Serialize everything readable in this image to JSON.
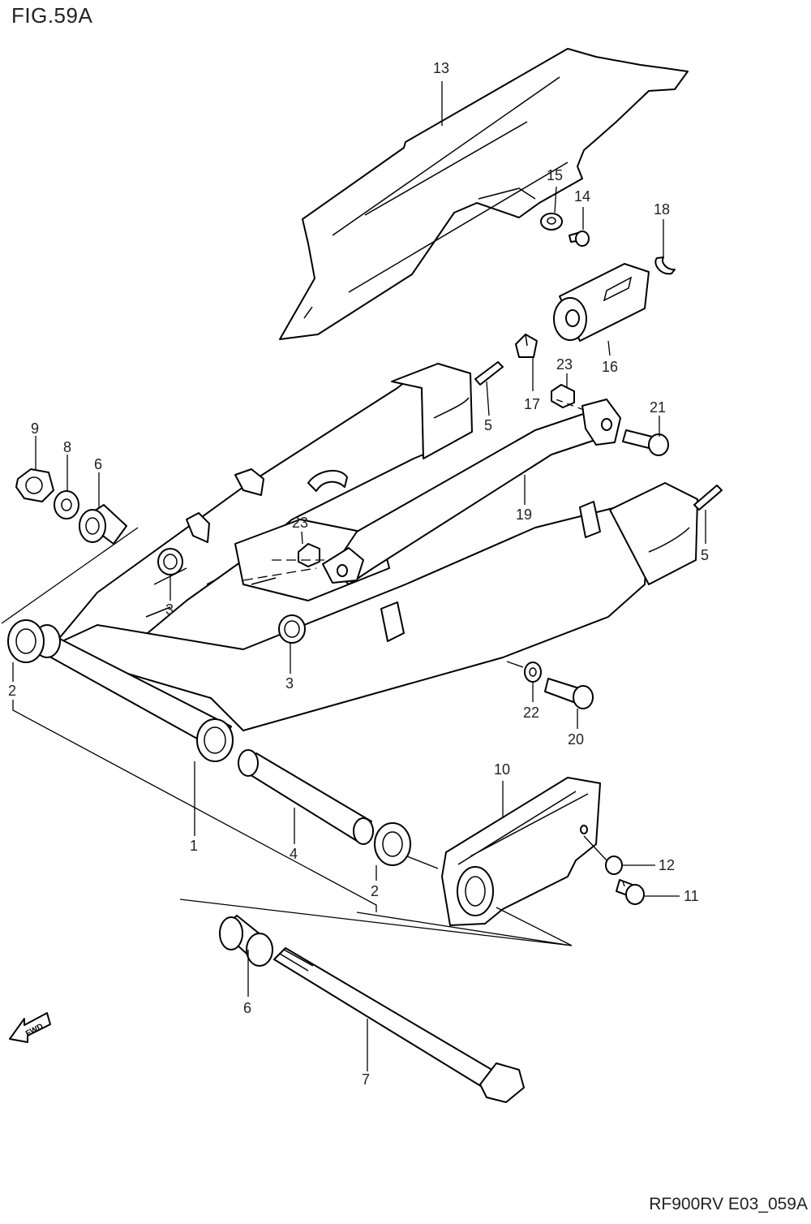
{
  "figure": {
    "title": "FIG.59A",
    "code": "RF900RV E03_059A",
    "fwd_label": "FWD"
  },
  "callouts": [
    {
      "id": "c13",
      "label": "13"
    },
    {
      "id": "c15",
      "label": "15"
    },
    {
      "id": "c14",
      "label": "14"
    },
    {
      "id": "c18",
      "label": "18"
    },
    {
      "id": "c16",
      "label": "16"
    },
    {
      "id": "c23a",
      "label": "23"
    },
    {
      "id": "c17",
      "label": "17"
    },
    {
      "id": "c21",
      "label": "21"
    },
    {
      "id": "c5a",
      "label": "5"
    },
    {
      "id": "c5b",
      "label": "5"
    },
    {
      "id": "c19",
      "label": "19"
    },
    {
      "id": "c9",
      "label": "9"
    },
    {
      "id": "c8",
      "label": "8"
    },
    {
      "id": "c6a",
      "label": "6"
    },
    {
      "id": "c23b",
      "label": "23"
    },
    {
      "id": "c3a",
      "label": "3"
    },
    {
      "id": "c3b",
      "label": "3"
    },
    {
      "id": "c2a",
      "label": "2"
    },
    {
      "id": "c22",
      "label": "22"
    },
    {
      "id": "c20",
      "label": "20"
    },
    {
      "id": "c10",
      "label": "10"
    },
    {
      "id": "c1",
      "label": "1"
    },
    {
      "id": "c4",
      "label": "4"
    },
    {
      "id": "c12",
      "label": "12"
    },
    {
      "id": "c2b",
      "label": "2"
    },
    {
      "id": "c11",
      "label": "11"
    },
    {
      "id": "c6b",
      "label": "6"
    },
    {
      "id": "c7",
      "label": "7"
    }
  ]
}
